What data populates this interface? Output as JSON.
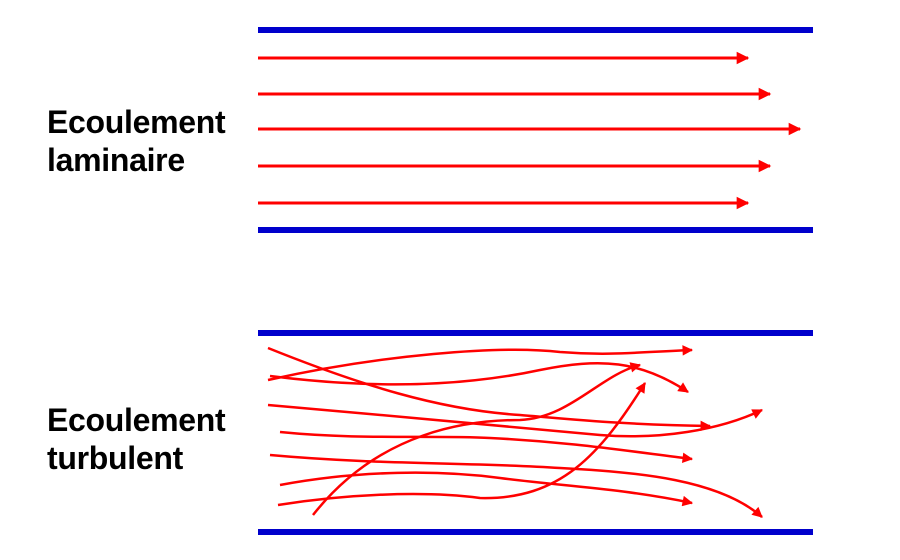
{
  "colors": {
    "wall": "#0000cc",
    "flow": "#ff0000",
    "text": "#000000"
  },
  "laminar": {
    "label_line1": "Ecoulement",
    "label_line2": "laminaire",
    "arrow_count": 5
  },
  "turbulent": {
    "label_line1": "Ecoulement",
    "label_line2": "turbulent",
    "arrow_count": 9
  }
}
